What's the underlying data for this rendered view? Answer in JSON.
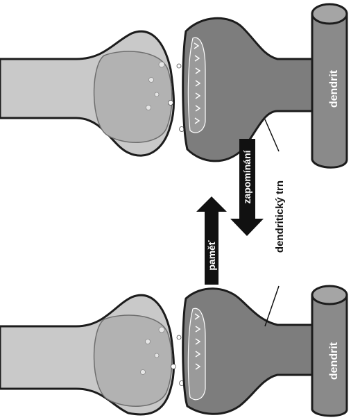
{
  "labels": {
    "dendrite": "dendrit",
    "dendritic_spine": "dendritický trn",
    "memory": "paměť",
    "memorizing": "zapomínání"
  },
  "colors": {
    "background": "#ffffff",
    "axon_fill": "#c9c9c9",
    "bouton_fill": "#b9b9b9",
    "vesicle_pool": "#a9a9a9",
    "spine_fill": "#7d7d7d",
    "dendrite_fill": "#8a8a8a",
    "dendrite_top": "#a5a5a5",
    "outline": "#1c1c1c",
    "arrow": "#111111",
    "label_light": "#ffffff",
    "label_dark": "#111111"
  },
  "icons": {
    "arrow_up": "thick-up-arrow-icon",
    "arrow_down": "thick-down-arrow-icon"
  }
}
